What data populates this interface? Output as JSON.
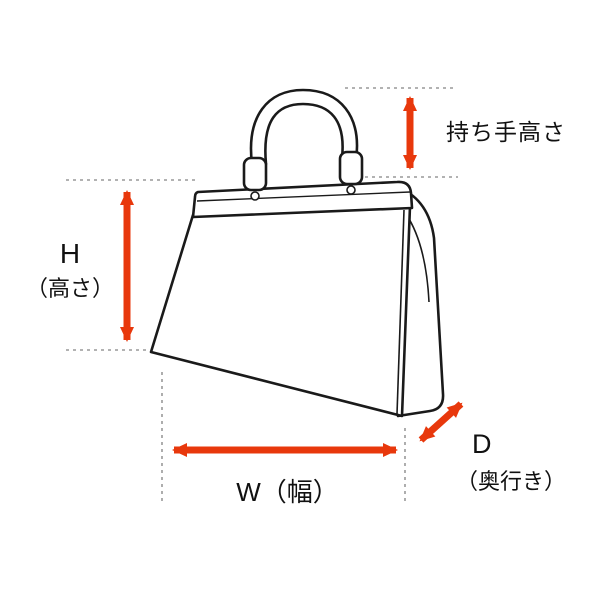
{
  "diagram": {
    "subject": "handbag-dimension-guide",
    "labels": {
      "handle_height": "持ち手高さ",
      "height_main": "H",
      "height_paren": "（高さ）",
      "width": "W（幅）",
      "depth_main": "D",
      "depth_paren": "（奥行き）"
    },
    "colors": {
      "arrow": "#e8380c",
      "line_art": "#1a1a1a",
      "guide_line": "#999999",
      "background": "#ffffff",
      "text": "#111111"
    }
  }
}
